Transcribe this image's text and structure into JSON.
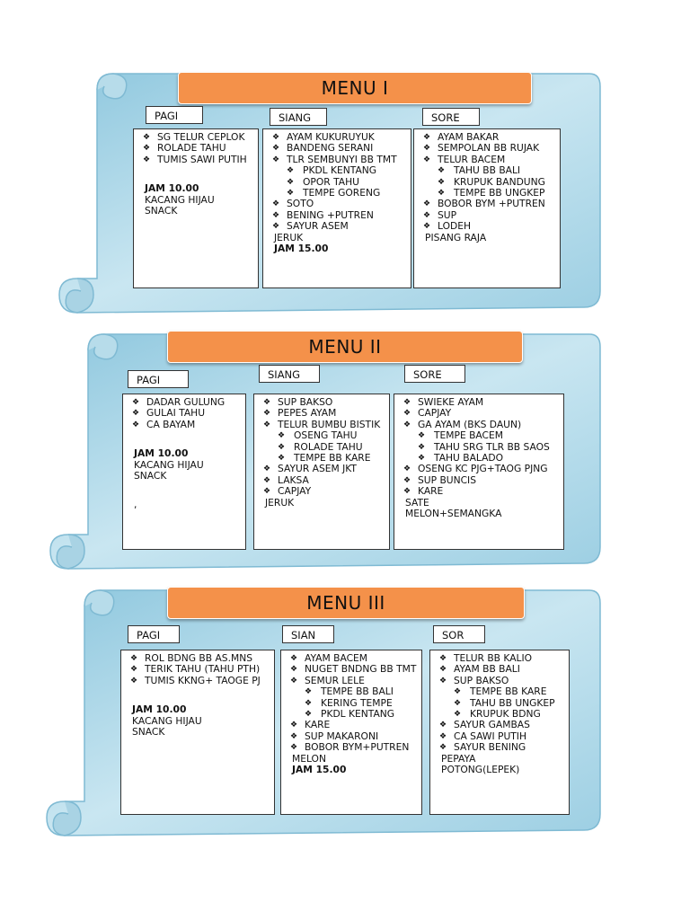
{
  "menus": [
    {
      "title": "MENU I",
      "columns": [
        {
          "tab": "PAGI",
          "items": [
            {
              "type": "bullet",
              "text": "SG TELUR CEPLOK"
            },
            {
              "type": "bullet",
              "text": "ROLADE TAHU"
            },
            {
              "type": "bullet",
              "text": "TUMIS SAWI PUTIH"
            },
            {
              "type": "gap"
            },
            {
              "type": "bold",
              "text": "JAM 10.00"
            },
            {
              "type": "plain",
              "text": "KACANG HIJAU"
            },
            {
              "type": "plain",
              "text": "SNACK"
            }
          ]
        },
        {
          "tab": "SIANG",
          "items": [
            {
              "type": "bullet",
              "text": "AYAM KUKURUYUK"
            },
            {
              "type": "bullet",
              "text": "BANDENG SERANI"
            },
            {
              "type": "bullet",
              "text": "TLR SEMBUNYI BB TMT"
            },
            {
              "type": "sub",
              "text": "PKDL KENTANG"
            },
            {
              "type": "sub",
              "text": "OPOR TAHU"
            },
            {
              "type": "sub",
              "text": "TEMPE GORENG"
            },
            {
              "type": "bullet",
              "text": "SOTO"
            },
            {
              "type": "bullet",
              "text": "BENING +PUTREN"
            },
            {
              "type": "bullet",
              "text": "SAYUR ASEM"
            },
            {
              "type": "plain",
              "text": "JERUK"
            },
            {
              "type": "bold",
              "text": "JAM 15.00"
            }
          ]
        },
        {
          "tab": "SORE",
          "items": [
            {
              "type": "bullet",
              "text": "AYAM BAKAR"
            },
            {
              "type": "bullet",
              "text": "SEMPOLAN BB RUJAK"
            },
            {
              "type": "bullet",
              "text": "TELUR BACEM"
            },
            {
              "type": "sub",
              "text": "TAHU BB BALI"
            },
            {
              "type": "sub",
              "text": "KRUPUK BANDUNG"
            },
            {
              "type": "sub",
              "text": "TEMPE BB UNGKEP"
            },
            {
              "type": "bullet",
              "text": "BOBOR BYM +PUTREN"
            },
            {
              "type": "bullet",
              "text": "SUP"
            },
            {
              "type": "bullet",
              "text": "LODEH"
            },
            {
              "type": "plain",
              "text": "PISANG RAJA"
            }
          ]
        }
      ]
    },
    {
      "title": "MENU II",
      "columns": [
        {
          "tab": "PAGI",
          "items": [
            {
              "type": "bullet",
              "text": "DADAR GULUNG"
            },
            {
              "type": "bullet",
              "text": "GULAI TAHU"
            },
            {
              "type": "bullet",
              "text": "CA BAYAM"
            },
            {
              "type": "gap"
            },
            {
              "type": "bold",
              "text": "JAM 10.00"
            },
            {
              "type": "plain",
              "text": "KACANG HIJAU"
            },
            {
              "type": "plain",
              "text": "SNACK"
            },
            {
              "type": "gap"
            },
            {
              "type": "plain",
              "text": ","
            }
          ]
        },
        {
          "tab": "SIANG",
          "items": [
            {
              "type": "bullet",
              "text": "SUP BAKSO"
            },
            {
              "type": "bullet",
              "text": "PEPES AYAM"
            },
            {
              "type": "bullet",
              "text": "TELUR BUMBU BISTIK"
            },
            {
              "type": "sub",
              "text": "OSENG TAHU"
            },
            {
              "type": "sub",
              "text": "ROLADE TAHU"
            },
            {
              "type": "sub",
              "text": "TEMPE BB KARE"
            },
            {
              "type": "bullet",
              "text": "SAYUR ASEM JKT"
            },
            {
              "type": "bullet",
              "text": "LAKSA"
            },
            {
              "type": "bullet",
              "text": "CAPJAY"
            },
            {
              "type": "plain",
              "text": "JERUK"
            }
          ]
        },
        {
          "tab": "SORE",
          "items": [
            {
              "type": "bullet",
              "text": "SWIEKE AYAM"
            },
            {
              "type": "bullet",
              "text": "CAPJAY"
            },
            {
              "type": "bullet",
              "text": "GA AYAM (BKS DAUN)"
            },
            {
              "type": "sub",
              "text": "TEMPE BACEM"
            },
            {
              "type": "sub",
              "text": "TAHU SRG TLR BB SAOS"
            },
            {
              "type": "sub",
              "text": "TAHU BALADO"
            },
            {
              "type": "bullet",
              "text": "OSENG KC PJG+TAOG PJNG"
            },
            {
              "type": "bullet",
              "text": "SUP BUNCIS"
            },
            {
              "type": "bullet",
              "text": "KARE"
            },
            {
              "type": "plain",
              "text": "SATE"
            },
            {
              "type": "plain",
              "text": "MELON+SEMANGKA"
            }
          ]
        }
      ]
    },
    {
      "title": "MENU III",
      "columns": [
        {
          "tab": "PAGI",
          "items": [
            {
              "type": "bullet",
              "text": "ROL  BDNG BB AS.MNS"
            },
            {
              "type": "bullet",
              "text": "TERIK TAHU (TAHU PTH)"
            },
            {
              "type": "bullet",
              "text": "TUMIS KKNG+ TAOGE PJ"
            },
            {
              "type": "gap"
            },
            {
              "type": "bold",
              "text": "JAM 10.00"
            },
            {
              "type": "plain",
              "text": "KACANG HIJAU"
            },
            {
              "type": "plain",
              "text": "SNACK"
            }
          ]
        },
        {
          "tab": "SIAN",
          "items": [
            {
              "type": "bullet",
              "text": "AYAM BACEM"
            },
            {
              "type": "bullet",
              "text": "NUGET BNDNG BB TMT"
            },
            {
              "type": "bullet",
              "text": "SEMUR LELE"
            },
            {
              "type": "sub",
              "text": "TEMPE BB BALI"
            },
            {
              "type": "sub",
              "text": "KERING TEMPE"
            },
            {
              "type": "sub",
              "text": "PKDL KENTANG"
            },
            {
              "type": "bullet",
              "text": "KARE"
            },
            {
              "type": "bullet",
              "text": "SUP MAKARONI"
            },
            {
              "type": "bullet",
              "text": "BOBOR BYM+PUTREN"
            },
            {
              "type": "plain",
              "text": "MELON"
            },
            {
              "type": "bold",
              "text": "JAM 15.00"
            }
          ]
        },
        {
          "tab": "SOR",
          "items": [
            {
              "type": "bullet",
              "text": "TELUR BB KALIO"
            },
            {
              "type": "bullet",
              "text": "AYAM BB BALI"
            },
            {
              "type": "bullet",
              "text": "SUP BAKSO"
            },
            {
              "type": "sub",
              "text": "TEMPE BB KARE"
            },
            {
              "type": "sub",
              "text": "TAHU BB UNGKEP"
            },
            {
              "type": "sub",
              "text": "KRUPUK BDNG"
            },
            {
              "type": "bullet",
              "text": "SAYUR GAMBAS"
            },
            {
              "type": "bullet",
              "text": "CA SAWI PUTIH"
            },
            {
              "type": "bullet",
              "text": "SAYUR BENING"
            },
            {
              "type": "plain",
              "text": "PEPAYA"
            },
            {
              "type": "plain",
              "text": "POTONG(LEPEK)"
            }
          ]
        }
      ]
    }
  ],
  "colors": {
    "banner": "#f4914a",
    "scroll": "#a9d6e8",
    "scroll_edge": "#7fbad3"
  },
  "icons": {
    "bullet": "diamond-bullet-icon"
  }
}
